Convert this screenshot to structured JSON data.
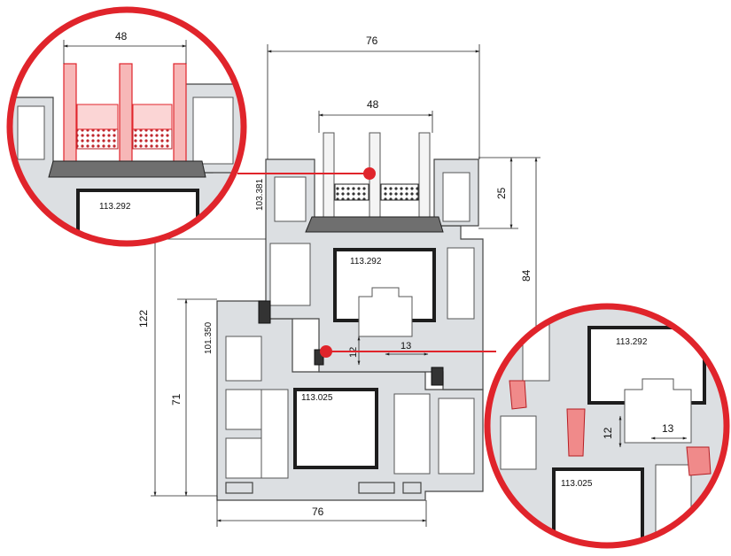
{
  "dimensions": {
    "top_width": "76",
    "glass_width": "48",
    "bottom_width": "76",
    "rebate_height": "25",
    "sash_height": "84",
    "total_height": "122",
    "frame_height": "71",
    "gap_vertical": "12",
    "gap_horizontal": "13"
  },
  "profile_codes": {
    "sash": "103.381",
    "frame": "101.350",
    "sash_reinforcement": "113.292",
    "frame_reinforcement": "113.025"
  },
  "zoom_left": {
    "glass_width": "48",
    "reinforcement": "113.292"
  },
  "zoom_right": {
    "reinforcement_top": "113.292",
    "gap_vertical": "12",
    "gap_horizontal": "13",
    "reinforcement_bottom": "113.025"
  },
  "colors": {
    "accent_red": "#e0242b",
    "profile_gray": "#dcdfe2",
    "line_dark": "#222222"
  }
}
